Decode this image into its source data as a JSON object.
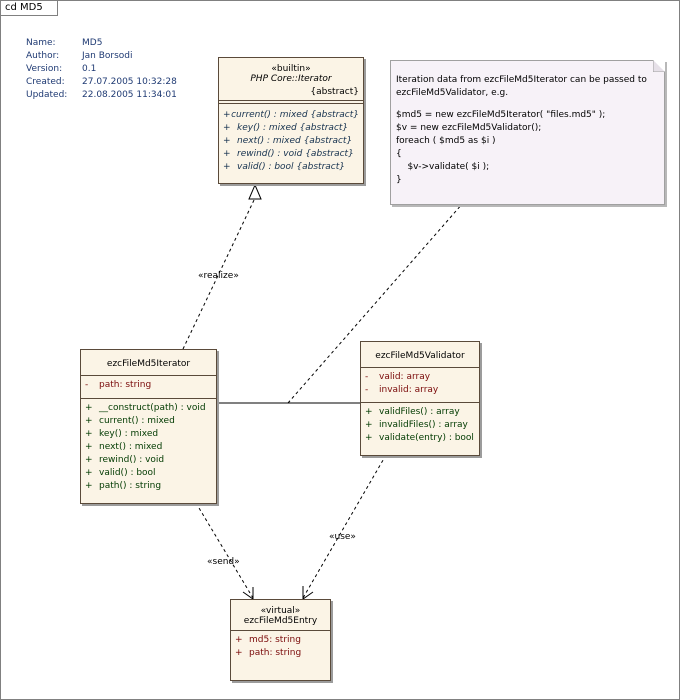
{
  "frame": {
    "title": "cd MD5"
  },
  "meta": {
    "rows": [
      {
        "key": "Name:",
        "value": "MD5"
      },
      {
        "key": "Author:",
        "value": "Jan Borsodi"
      },
      {
        "key": "Version:",
        "value": "0.1"
      },
      {
        "key": "Created:",
        "value": "27.07.2005 10:32:28"
      },
      {
        "key": "Updated:",
        "value": "22.08.2005 11:34:01"
      }
    ]
  },
  "iterator_if": {
    "stereotype": "«builtin»",
    "name": "PHP Core::Iterator",
    "tag": "{abstract}",
    "operations": [
      {
        "vis": "+",
        "text": "current() : mixed {abstract}"
      },
      {
        "vis": "+",
        "text": "key() : mixed {abstract}"
      },
      {
        "vis": "+",
        "text": "next() : mixed {abstract}"
      },
      {
        "vis": "+",
        "text": "rewind() : void {abstract}"
      },
      {
        "vis": "+",
        "text": "valid() : bool {abstract}"
      }
    ]
  },
  "note": {
    "lines": [
      "Iteration data from ezcFileMd5Iterator can be passed to",
      "ezcFileMd5Validator, e.g.",
      "",
      "$md5 = new ezcFileMd5Iterator( \"files.md5\" );",
      "$v = new ezcFileMd5Validator();",
      "foreach ( $md5 as $i )",
      "{",
      "    $v->validate( $i );",
      "}"
    ]
  },
  "md5_iterator": {
    "name": "ezcFileMd5Iterator",
    "attributes": [
      {
        "vis": "-",
        "text": "path:  string"
      }
    ],
    "operations": [
      {
        "vis": "+",
        "text": "__construct(path) : void"
      },
      {
        "vis": "+",
        "text": "current() : mixed"
      },
      {
        "vis": "+",
        "text": "key() : mixed"
      },
      {
        "vis": "+",
        "text": "next() : mixed"
      },
      {
        "vis": "+",
        "text": "rewind() : void"
      },
      {
        "vis": "+",
        "text": "valid() : bool"
      },
      {
        "vis": "+",
        "text": "path() : string"
      }
    ]
  },
  "md5_validator": {
    "name": "ezcFileMd5Validator",
    "attributes": [
      {
        "vis": "-",
        "text": "valid:  array"
      },
      {
        "vis": "-",
        "text": "invalid:  array"
      }
    ],
    "operations": [
      {
        "vis": "+",
        "text": "validFiles() : array"
      },
      {
        "vis": "+",
        "text": "invalidFiles() : array"
      },
      {
        "vis": "+",
        "text": "validate(entry) : bool"
      }
    ]
  },
  "md5_entry": {
    "stereotype": "«virtual»",
    "name": "ezcFileMd5Entry",
    "attributes": [
      {
        "vis": "+",
        "text": "md5:  string"
      },
      {
        "vis": "+",
        "text": "path:  string"
      }
    ]
  },
  "relations": {
    "realize": "«realize»",
    "send": "«send»",
    "use": "«use»"
  }
}
